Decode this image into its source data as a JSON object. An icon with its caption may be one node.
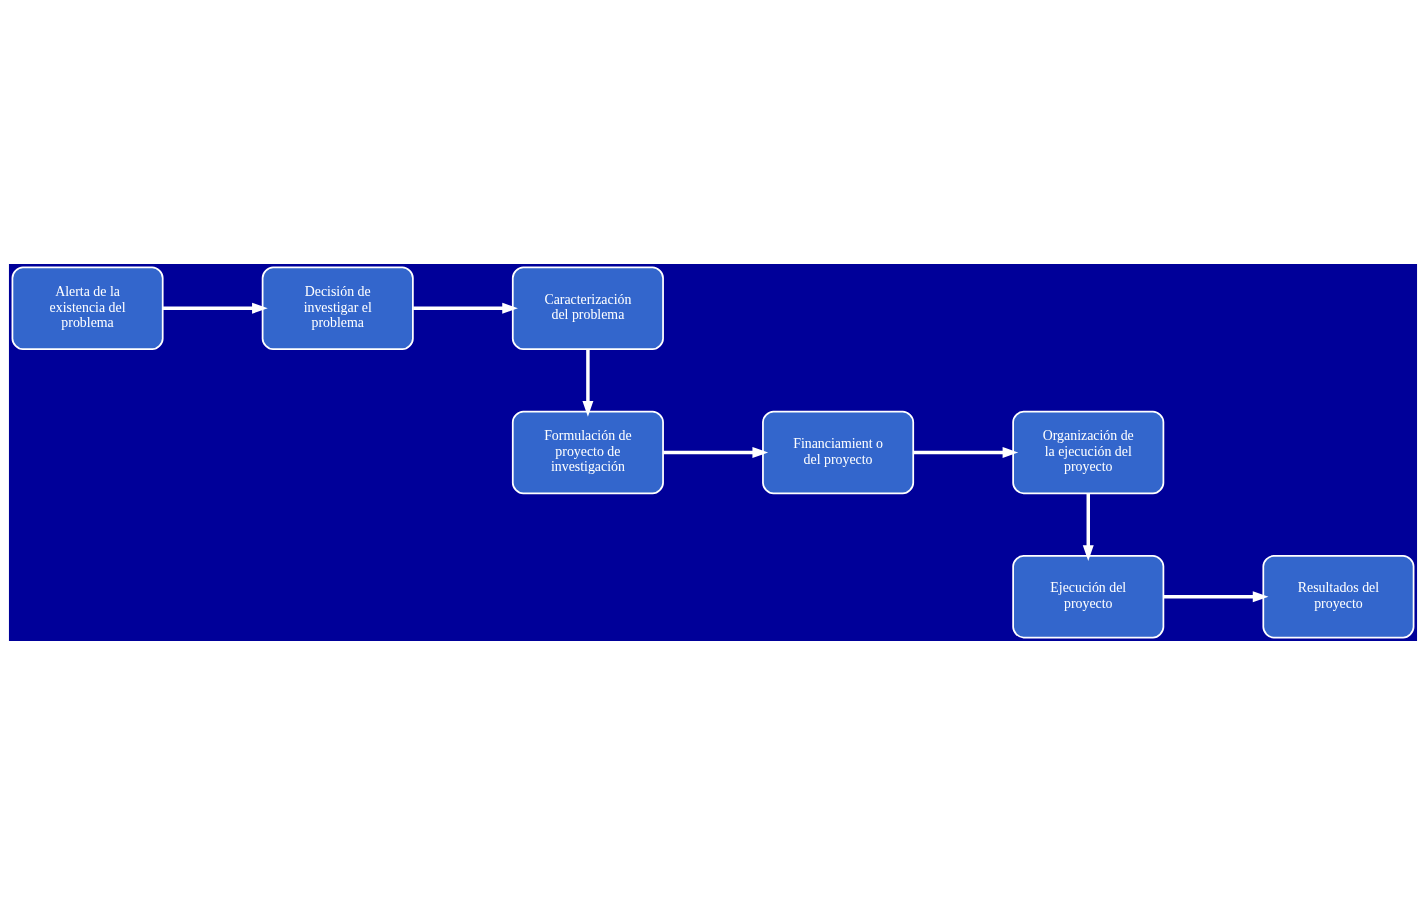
{
  "diagram": {
    "nodes": [
      {
        "text": [
          "Alerta de la existencia del problema"
        ]
      },
      {
        "text": [
          "Decisión de investigar el problema"
        ]
      },
      {
        "text": [
          "Caracterización del problema"
        ]
      },
      {
        "text": [
          "Formulación de proyecto de investigación"
        ]
      },
      {
        "text": [
          "Financiamient o del proyecto"
        ]
      },
      {
        "text": [
          "Organización de la ejecución del proyecto"
        ]
      },
      {
        "text": [
          "Ejecución del proyecto"
        ]
      },
      {
        "text": [
          "Resultados del proyecto"
        ]
      }
    ],
    "edges": [
      {
        "from": 0,
        "to": 1,
        "arrow": "to"
      },
      {
        "from": 1,
        "to": 2,
        "arrow": "to"
      },
      {
        "from": 2,
        "to": 3,
        "arrow": "to"
      },
      {
        "from": 3,
        "to": 4,
        "arrow": "to"
      },
      {
        "from": 4,
        "to": 5,
        "arrow": "to"
      },
      {
        "from": 5,
        "to": 6,
        "arrow": "to"
      },
      {
        "from": 6,
        "to": 7,
        "arrow": "to"
      }
    ]
  }
}
